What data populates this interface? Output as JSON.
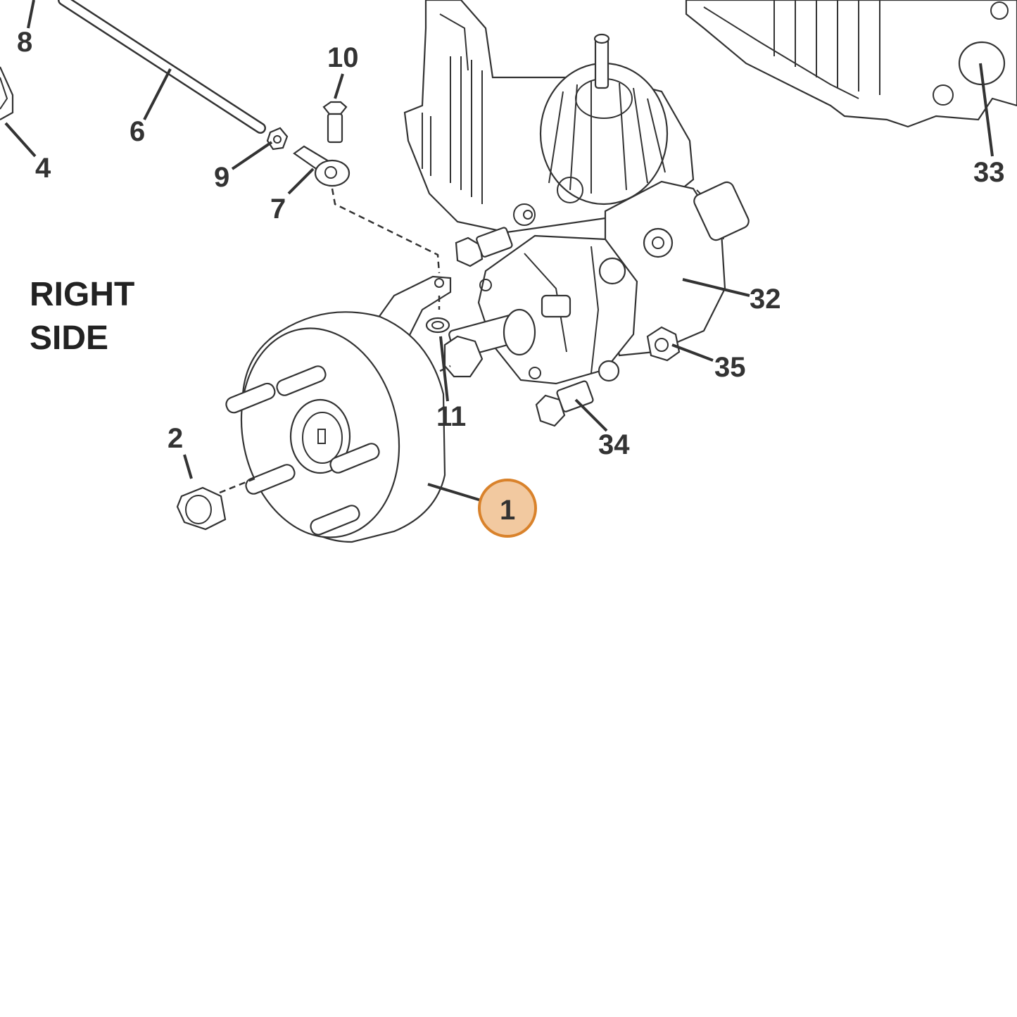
{
  "side_label": {
    "line1": "RIGHT",
    "line2": "SIDE"
  },
  "callouts": {
    "p1": "1",
    "p2": "2",
    "p4": "4",
    "p6": "6",
    "p7": "7",
    "p8": "8",
    "p9": "9",
    "p10": "10",
    "p11": "11",
    "p32": "32",
    "p33": "33",
    "p34": "34",
    "p35": "35"
  },
  "highlight": {
    "part": "1",
    "fill": "#f2c9a0",
    "stroke": "#d9822b"
  }
}
